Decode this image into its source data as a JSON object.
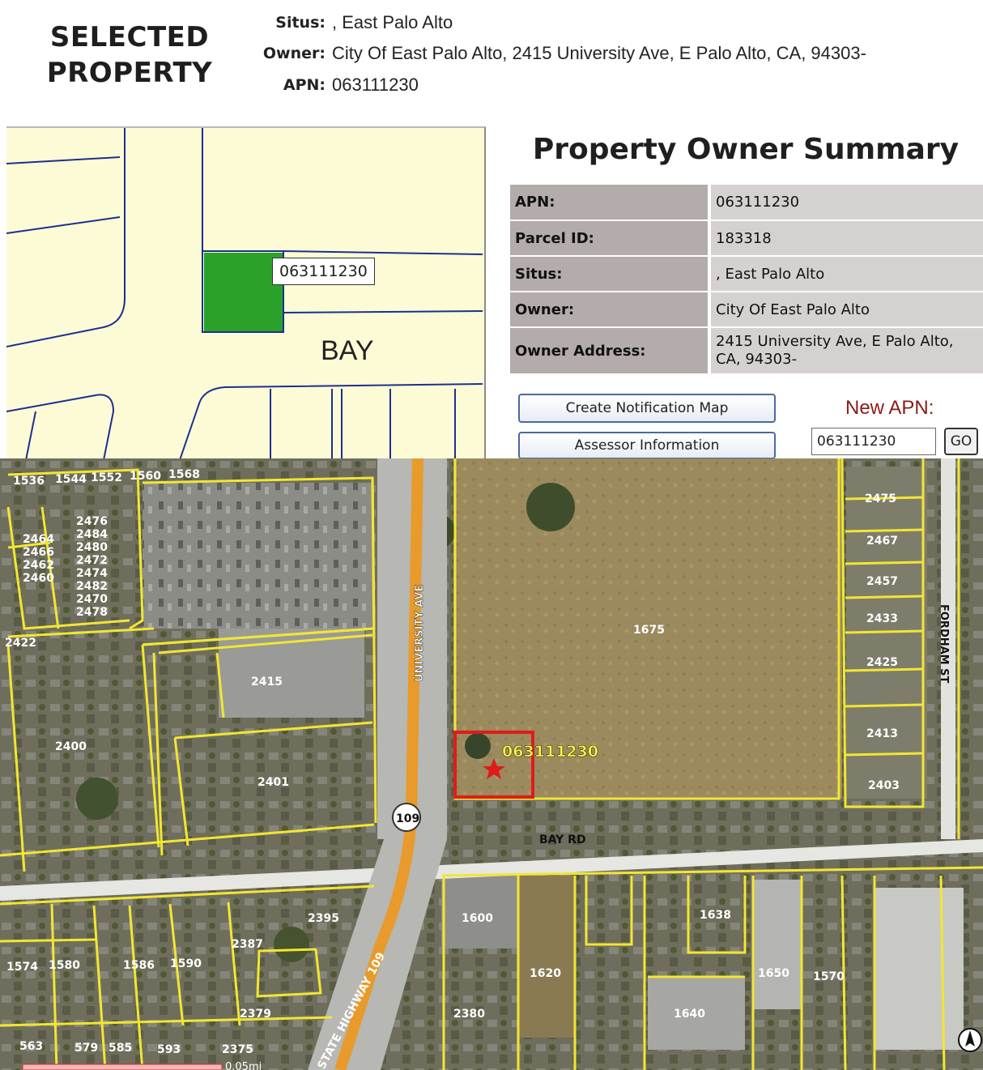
{
  "header": {
    "title_line1": "SELECTED",
    "title_line2": "PROPERTY",
    "situs_label": "Situs:",
    "situs_value": ", East Palo Alto",
    "owner_label": "Owner:",
    "owner_value": "City Of East Palo Alto, 2415 University Ave, E Palo Alto, CA, 94303-",
    "apn_label": "APN:",
    "apn_value": "063111230"
  },
  "parcel_map": {
    "apn_callout": "063111230",
    "road_label": "BAY",
    "parcel_color": "#2aa22a"
  },
  "summary": {
    "title": "Property Owner Summary",
    "rows": [
      {
        "label": "APN:",
        "value": "063111230"
      },
      {
        "label": "Parcel ID:",
        "value": "183318"
      },
      {
        "label": "Situs:",
        "value": ", East Palo Alto"
      },
      {
        "label": "Owner:",
        "value": "City Of East Palo Alto"
      },
      {
        "label": "Owner Address:",
        "value": "2415 University Ave, E Palo Alto, CA, 94303-"
      }
    ],
    "notification_button": "Create Notification Map",
    "assessor_button": "Assessor Information",
    "new_apn_label": "New APN:",
    "new_apn_value": "063111230",
    "go_button": "GO"
  },
  "aerial_map": {
    "selected_apn_label": "063111230",
    "street_university": "UNIVERSITY AVE",
    "street_bay": "BAY RD",
    "street_fordham": "FORDHAM ST",
    "highway_label": "STATE HIGHWAY 109",
    "route_shield": "109",
    "scale_label": "0.05mi",
    "parcel_line_color": "#f2e633",
    "selected_line_color": "#e01b1b",
    "address_numbers": {
      "top_row": [
        "1536",
        "1544",
        "1552",
        "1560",
        "1568"
      ],
      "left_block": [
        "2476",
        "2484",
        "2480",
        "2472",
        "2474",
        "2482",
        "2470",
        "2478",
        "2464",
        "2466",
        "2462",
        "2460"
      ],
      "misc": [
        "2422",
        "2415",
        "2400",
        "2401",
        "1675",
        "2475",
        "2467",
        "2457",
        "2433",
        "2425",
        "2413",
        "2403",
        "2395",
        "2387",
        "2379",
        "2375",
        "1600",
        "1620",
        "2380",
        "1638",
        "1650",
        "1640",
        "1570",
        "1574",
        "1580",
        "1586",
        "1590",
        "563",
        "579",
        "585",
        "593"
      ]
    }
  }
}
